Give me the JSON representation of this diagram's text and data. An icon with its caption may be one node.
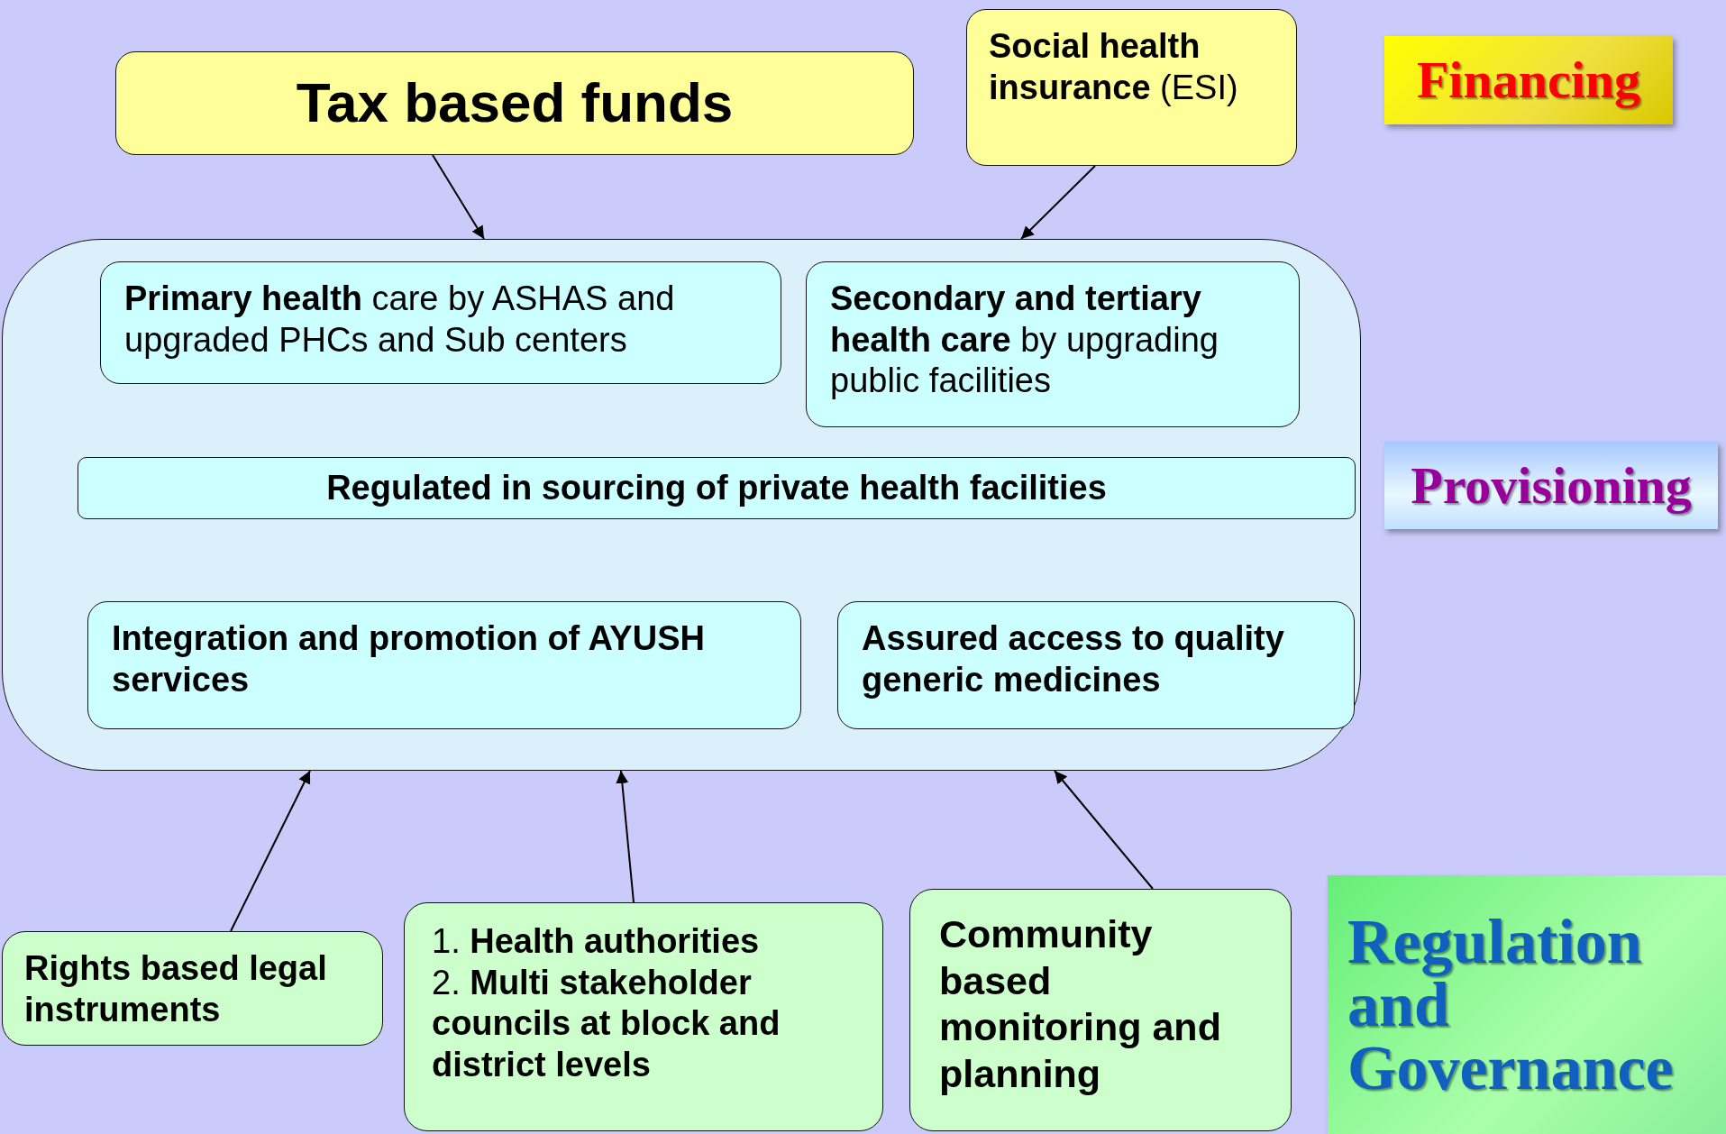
{
  "diagram": {
    "nodes": [
      {
        "text": [
          "Tax based funds"
        ]
      },
      {
        "text": [
          "**Social health insurance** (ESI)"
        ]
      },
      {
        "text": [
          "Financing"
        ]
      },
      {
        "text": [],
        "shape": "box"
      },
      {
        "text": [
          "**Primary health** care by ASHAS and upgraded PHCs and Sub centers"
        ],
        "in": 3
      },
      {
        "text": [
          "**Secondary and tertiary health care** by upgrading public facilities"
        ],
        "in": 3
      },
      {
        "text": [
          "Regulated in sourcing of private health facilities"
        ],
        "in": 3
      },
      {
        "text": [
          "Integration and promotion of AYUSH services"
        ],
        "in": 3
      },
      {
        "text": [
          "Assured access to quality generic medicines"
        ],
        "in": 3
      },
      {
        "text": [
          "Provisioning"
        ]
      },
      {
        "text": [
          "Rights based legal instruments"
        ]
      },
      {
        "text": [
          "1.  **Health authorities**",
          "2. **Multi stakeholder councils at block and district levels**"
        ]
      },
      {
        "text": [
          "Community based monitoring and planning"
        ]
      },
      {
        "text": [
          "Regulation and Governance"
        ]
      }
    ],
    "edges": [
      {
        "from": 0,
        "to": 3,
        "arrow": "to"
      },
      {
        "from": 1,
        "to": 3,
        "arrow": "to"
      },
      {
        "from": 10,
        "to": 3,
        "arrow": "to"
      },
      {
        "from": 11,
        "to": 3,
        "arrow": "to"
      },
      {
        "from": 12,
        "to": 3,
        "arrow": "to"
      }
    ]
  }
}
